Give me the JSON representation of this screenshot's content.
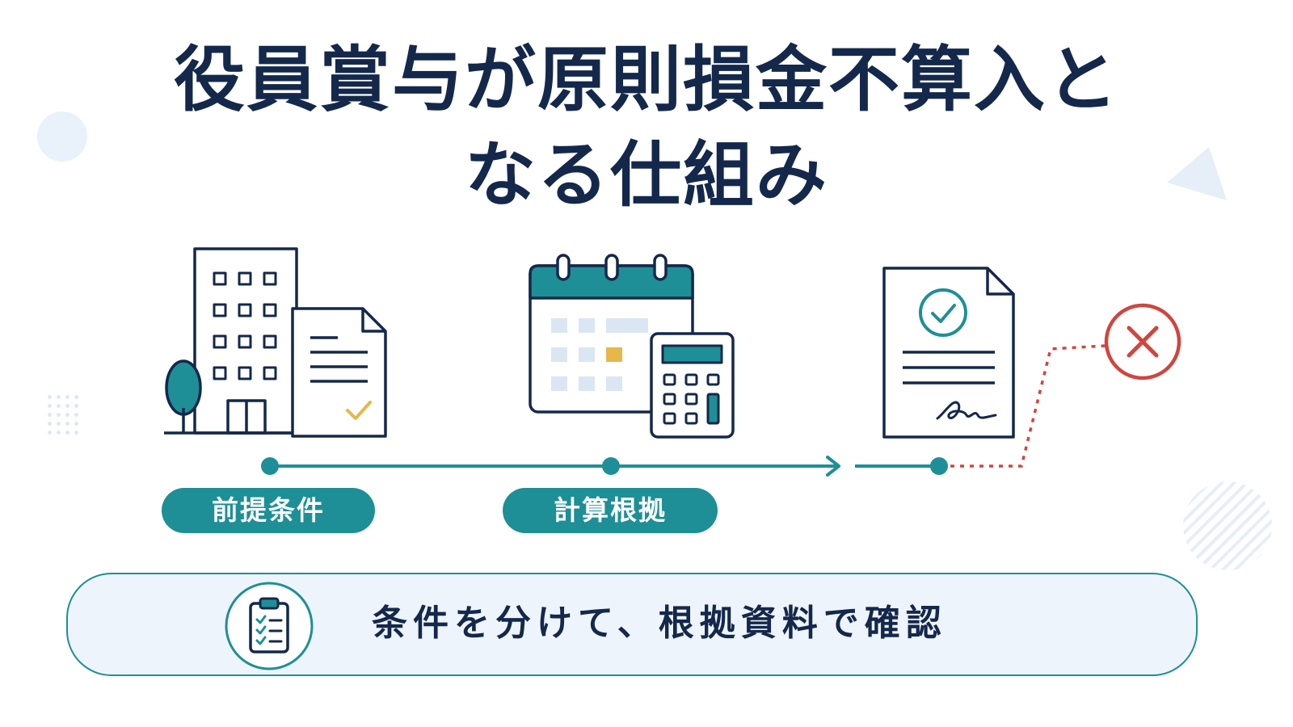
{
  "title": {
    "line1": "役員賞与が原則損金不算入と",
    "line2": "なる仕組み"
  },
  "steps": [
    {
      "label": "前提条件",
      "icon": "office-building-document-icon"
    },
    {
      "label": "計算根拠",
      "icon": "calendar-calculator-icon"
    },
    {
      "label": "",
      "icon": "signed-document-check-icon"
    }
  ],
  "outcome": {
    "icon": "cross-circle-icon"
  },
  "banner": {
    "text": "条件を分けて、根拠資料で確認",
    "icon": "clipboard-checklist-icon"
  },
  "colors": {
    "navy": "#14284b",
    "teal": "#1e8f96",
    "red": "#d0453f",
    "gold": "#e6b84a",
    "light_blue": "#eef4fb"
  }
}
